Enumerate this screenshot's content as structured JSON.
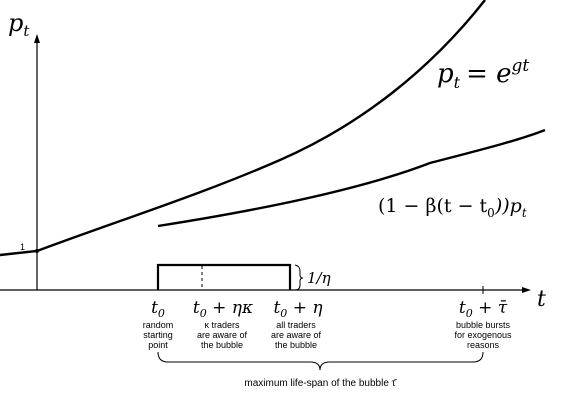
{
  "axes": {
    "y_label": "p",
    "y_label_sub": "t",
    "x_label": "t",
    "y_tick_label": "1"
  },
  "curves": {
    "exp_label": "p_t = e^{gt}",
    "exp_label_main": "p",
    "exp_label_sub": "t",
    "exp_label_eq": "= e",
    "exp_label_sup": "gt",
    "decay_label": "(1 − β(t − t0))pt",
    "decay_part1": "(1 − β(t − t",
    "decay_sub0": "0",
    "decay_part2": "))p",
    "decay_sub_t": "t"
  },
  "distribution": {
    "height_label": "1/η"
  },
  "timeline": [
    {
      "math_main": "t",
      "math_sub": "0",
      "math_rest": "",
      "notes": [
        "random",
        "starting",
        "point"
      ]
    },
    {
      "math_main": "t",
      "math_sub": "0",
      "math_rest": " + ηκ",
      "notes": [
        "κ traders",
        "are aware of",
        "the bubble"
      ]
    },
    {
      "math_main": "t",
      "math_sub": "0",
      "math_rest": " + η",
      "notes": [
        "all traders",
        "are aware of",
        "the bubble"
      ]
    },
    {
      "math_main": "t",
      "math_sub": "0",
      "math_rest": " + τ̄",
      "notes": [
        "bubble bursts",
        "for exogenous",
        "reasons"
      ]
    }
  ],
  "brace_caption": "maximum life-span of the bubble τ̄"
}
